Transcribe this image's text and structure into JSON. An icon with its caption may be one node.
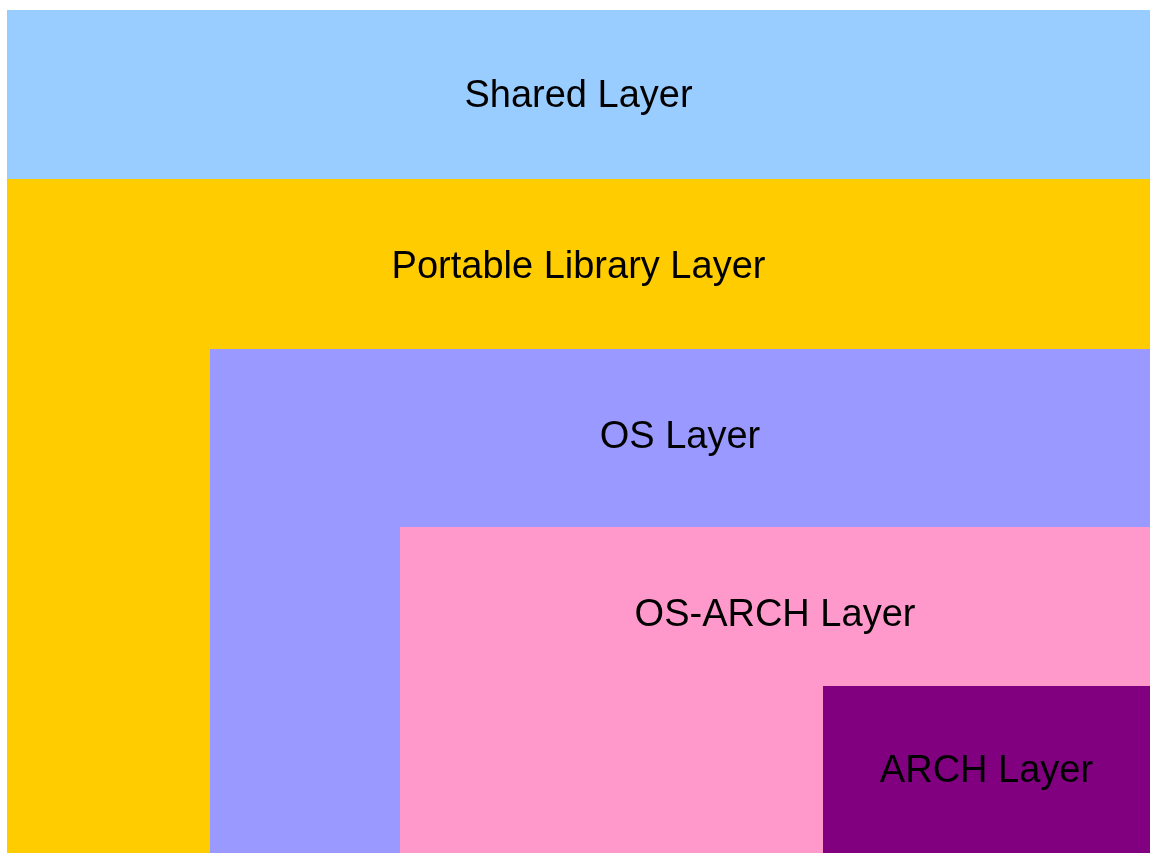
{
  "diagram": {
    "nodes": [
      {
        "text": [
          "Shared Layer"
        ]
      },
      {
        "text": [
          "Portable Library Layer"
        ]
      },
      {
        "text": [
          "OS Layer"
        ],
        "in": 1
      },
      {
        "text": [
          "OS-ARCH Layer"
        ],
        "in": 2
      },
      {
        "text": [
          "ARCH Layer"
        ],
        "in": 3
      }
    ]
  }
}
